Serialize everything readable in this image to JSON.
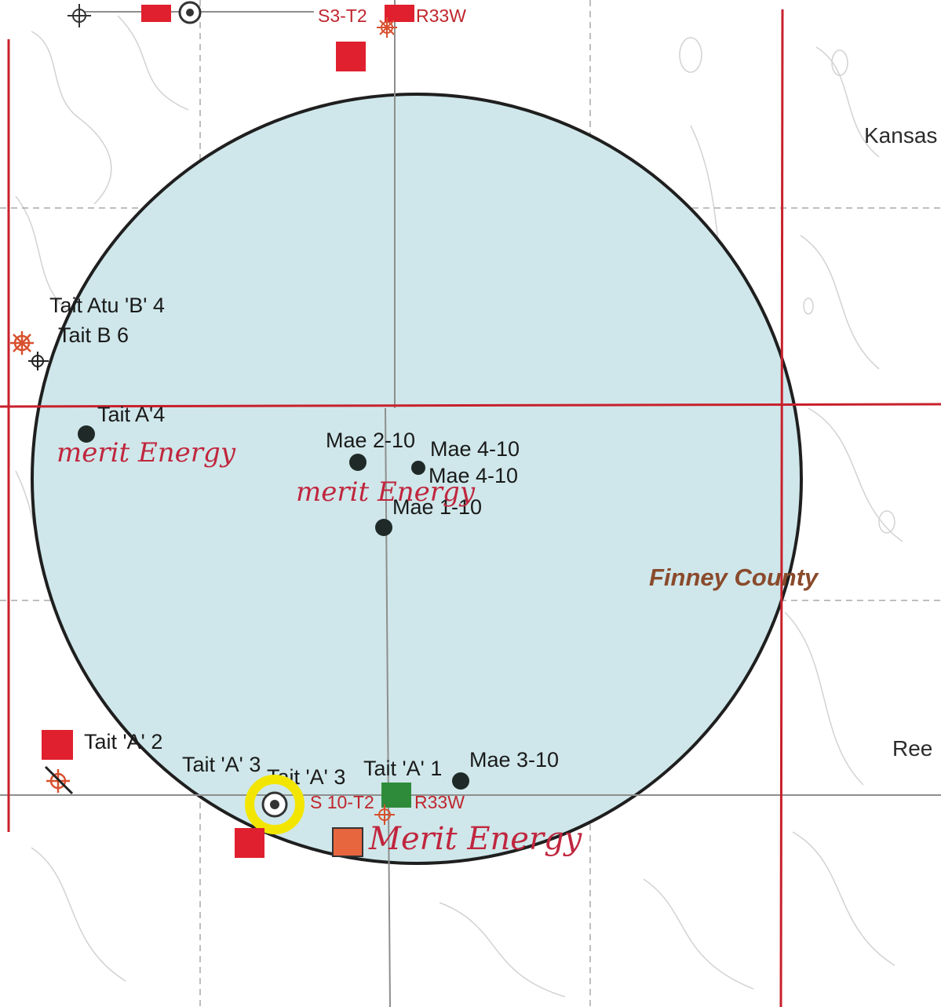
{
  "map": {
    "county_label": "Finney County",
    "place_labels": [
      "Kansas",
      "Ree"
    ],
    "section_labels": {
      "top": {
        "left": "S3-T2",
        "right": "R33W"
      },
      "bottom": {
        "left": "S 10-T2",
        "right": "R33W"
      }
    },
    "wells": [
      {
        "name": "Tait Atu 'B' 4",
        "symbol": "well-symbol-icon"
      },
      {
        "name": "Tait B 6",
        "symbol": "abandoned-well-icon"
      },
      {
        "name": "Tait A'4",
        "symbol": "oil-well-icon"
      },
      {
        "name": "Mae 2-10",
        "symbol": "oil-well-icon"
      },
      {
        "name": "Mae 4-10",
        "symbol": "oil-well-icon"
      },
      {
        "name": "Mae 4-10",
        "symbol": "oil-well-icon"
      },
      {
        "name": "Mae 1-10",
        "symbol": "oil-well-icon"
      },
      {
        "name": "Tait 'A' 2",
        "symbol": "red-square-icon"
      },
      {
        "name": "Tait 'A' 3",
        "symbol": "red-square-icon"
      },
      {
        "name": "Tait 'A' 3",
        "symbol": "target-well-icon"
      },
      {
        "name": "Tait 'A' 1",
        "symbol": "green-square-icon"
      },
      {
        "name": "Mae 3-10",
        "symbol": "oil-well-icon"
      }
    ],
    "annotations": [
      {
        "text": "merit Energy"
      },
      {
        "text": "merit Energy"
      },
      {
        "text": "Merit Energy"
      }
    ],
    "colors": {
      "radius_fill": "#cfe7ea",
      "section_line": "#c8202c",
      "grid_line": "#9a9a9a",
      "well_dot": "#1f2a28",
      "highlight": "#f2e600",
      "red_marker": "#e0202e",
      "green_marker": "#2e8b3a"
    }
  }
}
